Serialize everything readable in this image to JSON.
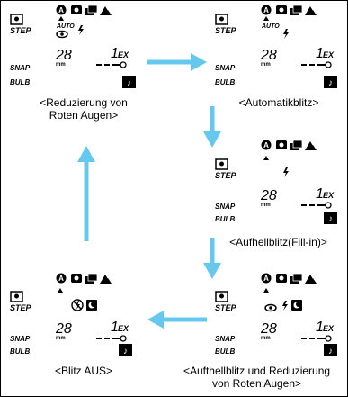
{
  "lcd": {
    "step": "STEP",
    "snap": "SNAP",
    "bulb": "BULB",
    "mm": "mm",
    "exp": "EX",
    "digits": "28",
    "frame": "1"
  },
  "panels": [
    {
      "id": "red-eye",
      "auto": "AUTO",
      "caption": "<Reduzierung von\nRoten Augen>",
      "icons": [
        "mode-a-icon",
        "self-timer-icon",
        "continuous-icon",
        "landscape-icon",
        "eye-icon",
        "flash-icon"
      ]
    },
    {
      "id": "auto-flash",
      "auto": "AUTO",
      "caption": "<Automatikblitz>",
      "icons": [
        "mode-a-icon",
        "self-timer-icon",
        "continuous-icon",
        "landscape-icon",
        "flash-icon"
      ]
    },
    {
      "id": "fill-in",
      "auto": "",
      "caption": "<Aufhellblitz(Fill-in)>",
      "icons": [
        "mode-a-icon",
        "self-timer-icon",
        "continuous-icon",
        "landscape-icon",
        "flash-icon"
      ]
    },
    {
      "id": "fill-red-eye",
      "auto": "",
      "caption": "<Aufthellblitz und Reduzierung\nvon Roten Augen>",
      "icons": [
        "mode-a-icon",
        "self-timer-icon",
        "continuous-icon",
        "landscape-icon",
        "eye-icon",
        "flash-icon",
        "night-icon"
      ]
    },
    {
      "id": "flash-off",
      "auto": "",
      "caption": "<Blitz AUS>",
      "icons": [
        "mode-a-icon",
        "self-timer-icon",
        "continuous-icon",
        "landscape-icon",
        "flash-off-icon",
        "night-icon"
      ]
    }
  ],
  "colors": {
    "arrow": "#66c8ee",
    "lcd": "#000000"
  }
}
